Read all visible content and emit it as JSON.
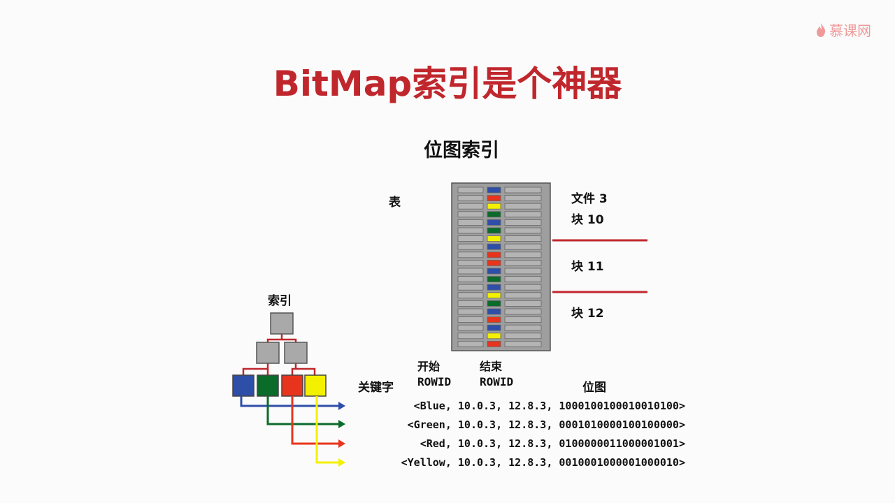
{
  "logo": {
    "text": "慕课网",
    "icon": "flame-icon",
    "color": "#ef9a9a"
  },
  "title": "BitMap索引是个神器",
  "diagram": {
    "title": "位图索引",
    "table_label": "表",
    "index_label": "索引",
    "block_labels": [
      "文件 3",
      "块 10",
      "块 11",
      "块 12"
    ],
    "column_headers": {
      "key": "关键字",
      "start_top": "开始",
      "start_bottom": "ROWID",
      "end_top": "结束",
      "end_bottom": "ROWID",
      "bitmap": "位图"
    },
    "entries": [
      {
        "text": "<Blue, 10.0.3, 12.8.3, 1000100100010010100>",
        "color": "#2e4fa8"
      },
      {
        "text": "<Green, 10.0.3, 12.8.3, 0001010000100100000>",
        "color": "#0a6b2a"
      },
      {
        "text": "<Red, 10.0.3, 12.8.3, 0100000011000001001>",
        "color": "#e8341c"
      },
      {
        "text": "<Yellow, 10.0.3, 12.8.3, 0010001000001000010>",
        "color": "#f3f000"
      }
    ],
    "rows": [
      "blue",
      "red",
      "yellow",
      "green",
      "blue",
      "green",
      "yellow",
      "blue",
      "red",
      "red",
      "blue",
      "green",
      "blue",
      "yellow",
      "green",
      "blue",
      "red",
      "blue",
      "yellow",
      "red"
    ],
    "colors": {
      "blue": "#2e4fa8",
      "green": "#0a6b2a",
      "red": "#e8341c",
      "yellow": "#f3f000",
      "gray": "#a9a9a9",
      "divider": "#c0272d",
      "title": "#c0272d"
    }
  }
}
